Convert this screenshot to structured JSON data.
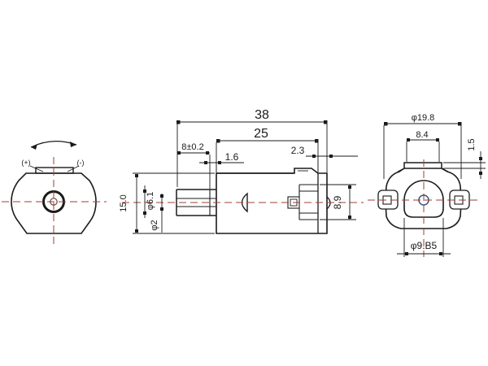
{
  "drawing": {
    "kind": "engineering-3-view-drawing",
    "subject": "micro DC motor with worm shaft",
    "units": "mm",
    "colors": {
      "line": "#1b1b1b",
      "centerline": "#9f3c34",
      "bearing_blue": "#3d5577",
      "background": "#ffffff"
    }
  },
  "front_view": {
    "positive_label": "(+)",
    "negative_label": "(-)",
    "rotation_arrow": "double-headed-arc"
  },
  "side_view": {
    "dims": {
      "overall_length": "38",
      "body_length": "25",
      "worm_length": "8±0.2",
      "front_gap": "1.6",
      "endcap_thickness": "2.3",
      "body_height": "15.0",
      "worm_diameter": "φ6.1",
      "shaft_diameter": "φ2",
      "brush_holder_height": "8.9"
    }
  },
  "rear_view": {
    "dims": {
      "body_width": "φ19.8",
      "tab_width": "8.4",
      "tab_height": "1.5",
      "bearing_boss_diameter": "φ9.B5"
    }
  }
}
